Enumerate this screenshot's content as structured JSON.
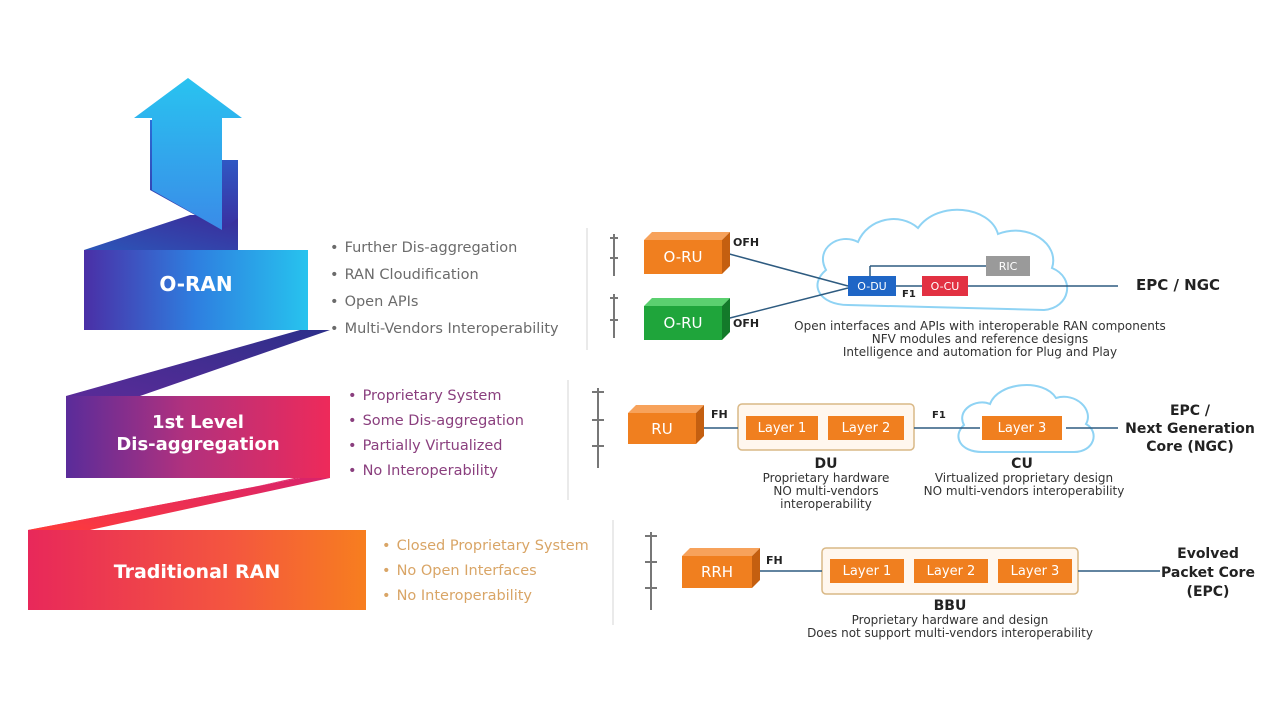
{
  "levels": {
    "oran": {
      "title": "O-RAN",
      "bullets": [
        "Further Dis-aggregation",
        "RAN Cloudification",
        "Open APIs",
        "Multi-Vendors Interoperability"
      ]
    },
    "first_level": {
      "title_line1": "1st Level",
      "title_line2": "Dis-aggregation",
      "bullets": [
        "Proprietary System",
        "Some Dis-aggregation",
        "Partially Virtualized",
        "No Interoperability"
      ]
    },
    "traditional": {
      "title": "Traditional RAN",
      "bullets": [
        "Closed Proprietary System",
        "No Open Interfaces",
        "No Interoperability"
      ]
    }
  },
  "oran_diagram": {
    "oru_top": "O-RU",
    "oru_bottom": "O-RU",
    "ofh_top": "OFH",
    "ofh_bottom": "OFH",
    "odu": "O-DU",
    "ocu": "O-CU",
    "ric": "RIC",
    "f1": "F1",
    "core": "EPC / NGC",
    "caption": [
      "Open interfaces and APIs with interoperable RAN components",
      "NFV modules and reference designs",
      "Intelligence and automation for Plug and Play"
    ]
  },
  "level1_diagram": {
    "ru": "RU",
    "fh": "FH",
    "layer1": "Layer 1",
    "layer2": "Layer 2",
    "f1": "F1",
    "layer3": "Layer 3",
    "core": [
      "EPC /",
      "Next Generation",
      "Core (NGC)"
    ],
    "du_title": "DU",
    "du_caption": [
      "Proprietary hardware",
      "NO multi-vendors",
      "interoperability"
    ],
    "cu_title": "CU",
    "cu_caption": [
      "Virtualized proprietary design",
      "NO multi-vendors interoperability"
    ]
  },
  "trad_diagram": {
    "rrh": "RRH",
    "fh": "FH",
    "layer1": "Layer 1",
    "layer2": "Layer 2",
    "layer3": "Layer 3",
    "core": [
      "Evolved",
      "Packet Core",
      "(EPC)"
    ],
    "bbu_title": "BBU",
    "bbu_caption": [
      "Proprietary hardware and design",
      "Does not support multi-vendors interoperability"
    ]
  },
  "colors": {
    "orange": "#f07f1f",
    "green": "#1fa53b",
    "blue": "#1f66c6",
    "red": "#e23142",
    "grey": "#9a9a9a",
    "cloud": "#8fd3f4",
    "oran_band": "#2a8fe6",
    "level1_band": "#d92d6c",
    "trad_band": "#f04a50"
  },
  "icons": [
    "arrow-up-icon",
    "antenna-icon",
    "cloud-icon"
  ]
}
